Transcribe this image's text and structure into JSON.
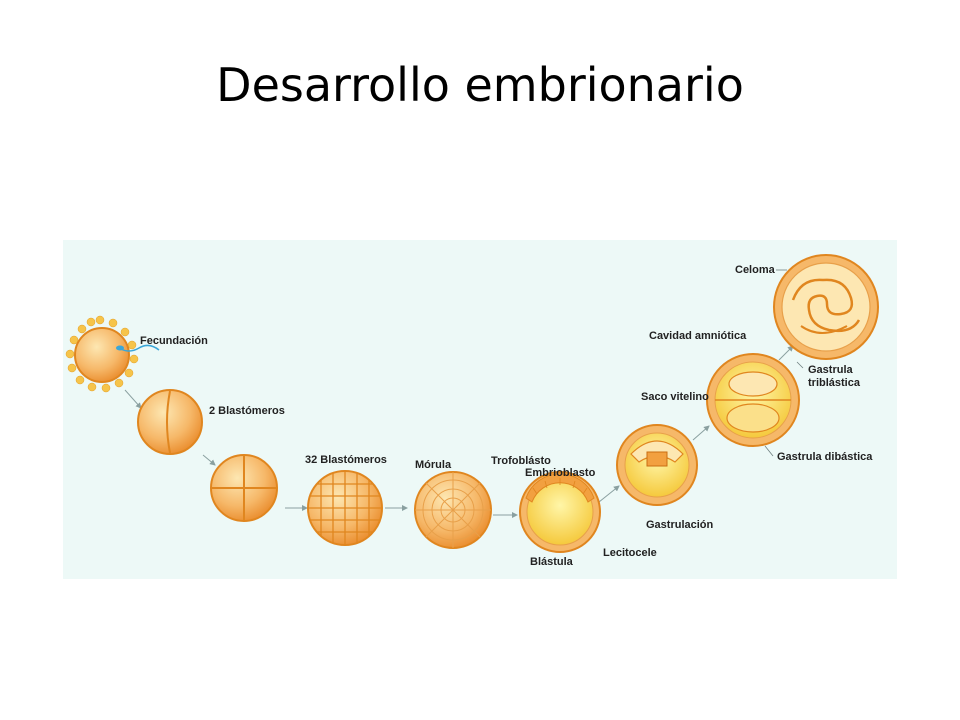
{
  "title": "Desarrollo embrionario",
  "diagram": {
    "background_color": "#edf9f7",
    "cell_color": "#f2a040",
    "cell_light_color": "#fde7b2",
    "yolk_color": "#f7d54a",
    "labels": {
      "fecundacion": "Fecundación",
      "blastomeros_2": "2 Blastómeros",
      "blastomeros_32": "32 Blastómeros",
      "morula": "Mórula",
      "trofoblasto": "Trofoblásto",
      "embrioblasto": "Embrioblasto",
      "blastula": "Blástula",
      "lecitocele": "Lecitocele",
      "gastrulacion": "Gastrulación",
      "saco_vitelino": "Saco vitelino",
      "cavidad_amniotica": "Cavidad amniótica",
      "gastrula_dibastica": "Gastrula dibástica",
      "celoma": "Celoma",
      "gastrula_triblastica_1": "Gastrula",
      "gastrula_triblastica_2": "triblástica"
    }
  }
}
